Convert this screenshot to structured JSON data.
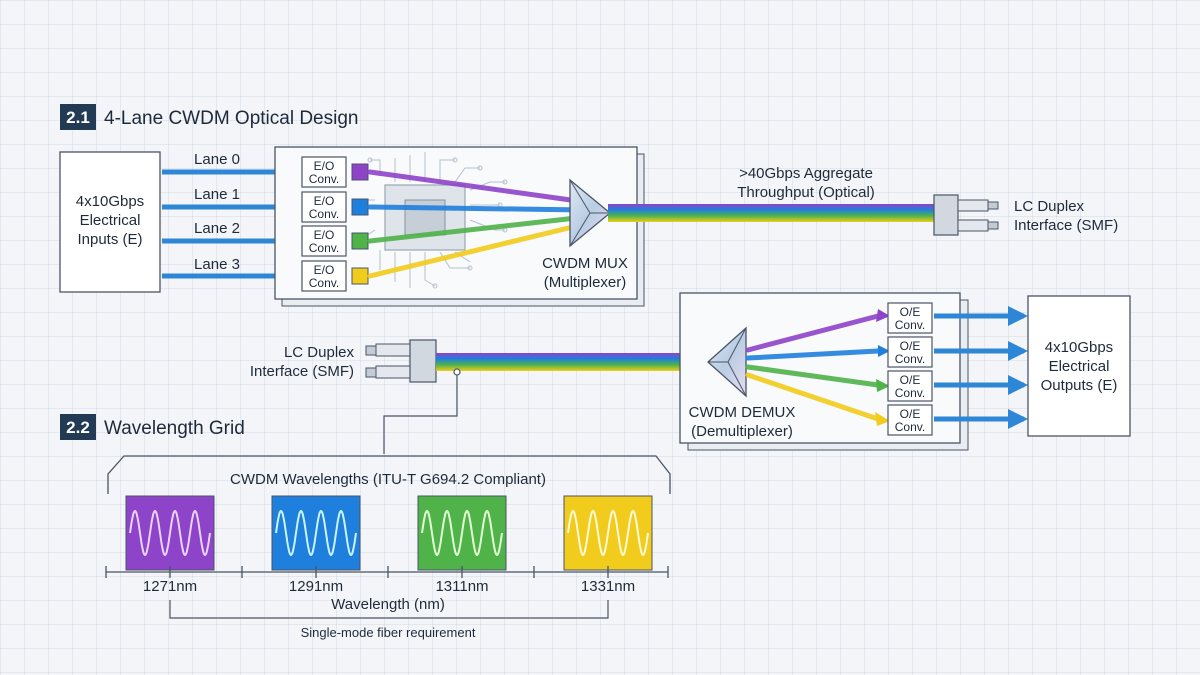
{
  "section_1": {
    "number": "2.1",
    "title": "4-Lane CWDM Optical Design"
  },
  "section_2": {
    "number": "2.2",
    "title": "Wavelength Grid"
  },
  "tx": {
    "input_label": [
      "4x10Gbps",
      "Electrical",
      "Inputs (E)"
    ],
    "lanes": [
      "Lane 0",
      "Lane 1",
      "Lane 2",
      "Lane 3"
    ],
    "converter_label": [
      "E/O",
      "Conv."
    ],
    "mux_label": [
      "CWDM MUX",
      "(Multiplexer)"
    ],
    "throughput_label": [
      ">40Gbps Aggregate",
      "Throughput (Optical)"
    ],
    "connector_label": [
      "LC Duplex",
      "Interface (SMF)"
    ]
  },
  "rx": {
    "connector_label": [
      "LC Duplex",
      "Interface (SMF)"
    ],
    "demux_label": [
      "CWDM DEMUX",
      "(Demultiplexer)"
    ],
    "converter_label": [
      "O/E",
      "Conv."
    ],
    "output_label": [
      "4x10Gbps",
      "Electrical",
      "Outputs (E)"
    ]
  },
  "grid": {
    "title": "CWDM Wavelengths (ITU-T G694.2 Compliant)",
    "channels": [
      {
        "label": "1271nm",
        "color": "#8e44c8"
      },
      {
        "label": "1291nm",
        "color": "#1f7fdc"
      },
      {
        "label": "1311nm",
        "color": "#4fb34a"
      },
      {
        "label": "1331nm",
        "color": "#f2cc1c"
      }
    ],
    "axis_label": "Wavelength (nm)",
    "note": "Single-mode fiber requirement"
  },
  "colors": {
    "lane_colors": [
      "#8e44c8",
      "#1f7fdc",
      "#4fb34a",
      "#f2cc1c"
    ],
    "arrow": "#2e86d6",
    "title_badge": "#223a54"
  }
}
